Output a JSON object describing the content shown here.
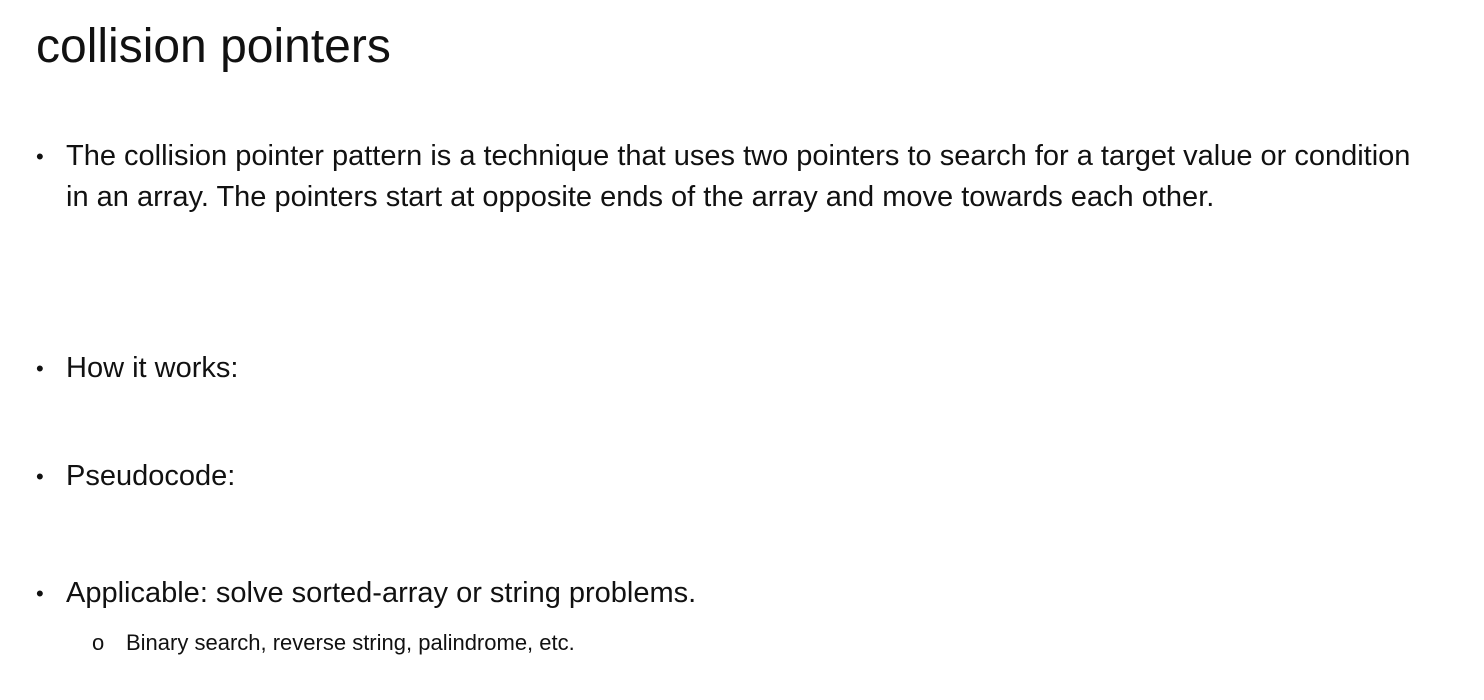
{
  "slide": {
    "title": "collision pointers",
    "bullet_marker": "•",
    "sub_bullet_marker": "o",
    "bullets": [
      {
        "text": "The collision pointer pattern is a technique that uses two pointers to search for a target value or condition in an array. The pointers start at opposite ends of the array and move towards each other."
      },
      {
        "text": "How it works:"
      },
      {
        "text": "Pseudocode:"
      },
      {
        "text": "Applicable: solve sorted-array or string problems.",
        "sub_items": [
          {
            "text": "Binary search, reverse string, palindrome, etc."
          }
        ]
      }
    ]
  }
}
